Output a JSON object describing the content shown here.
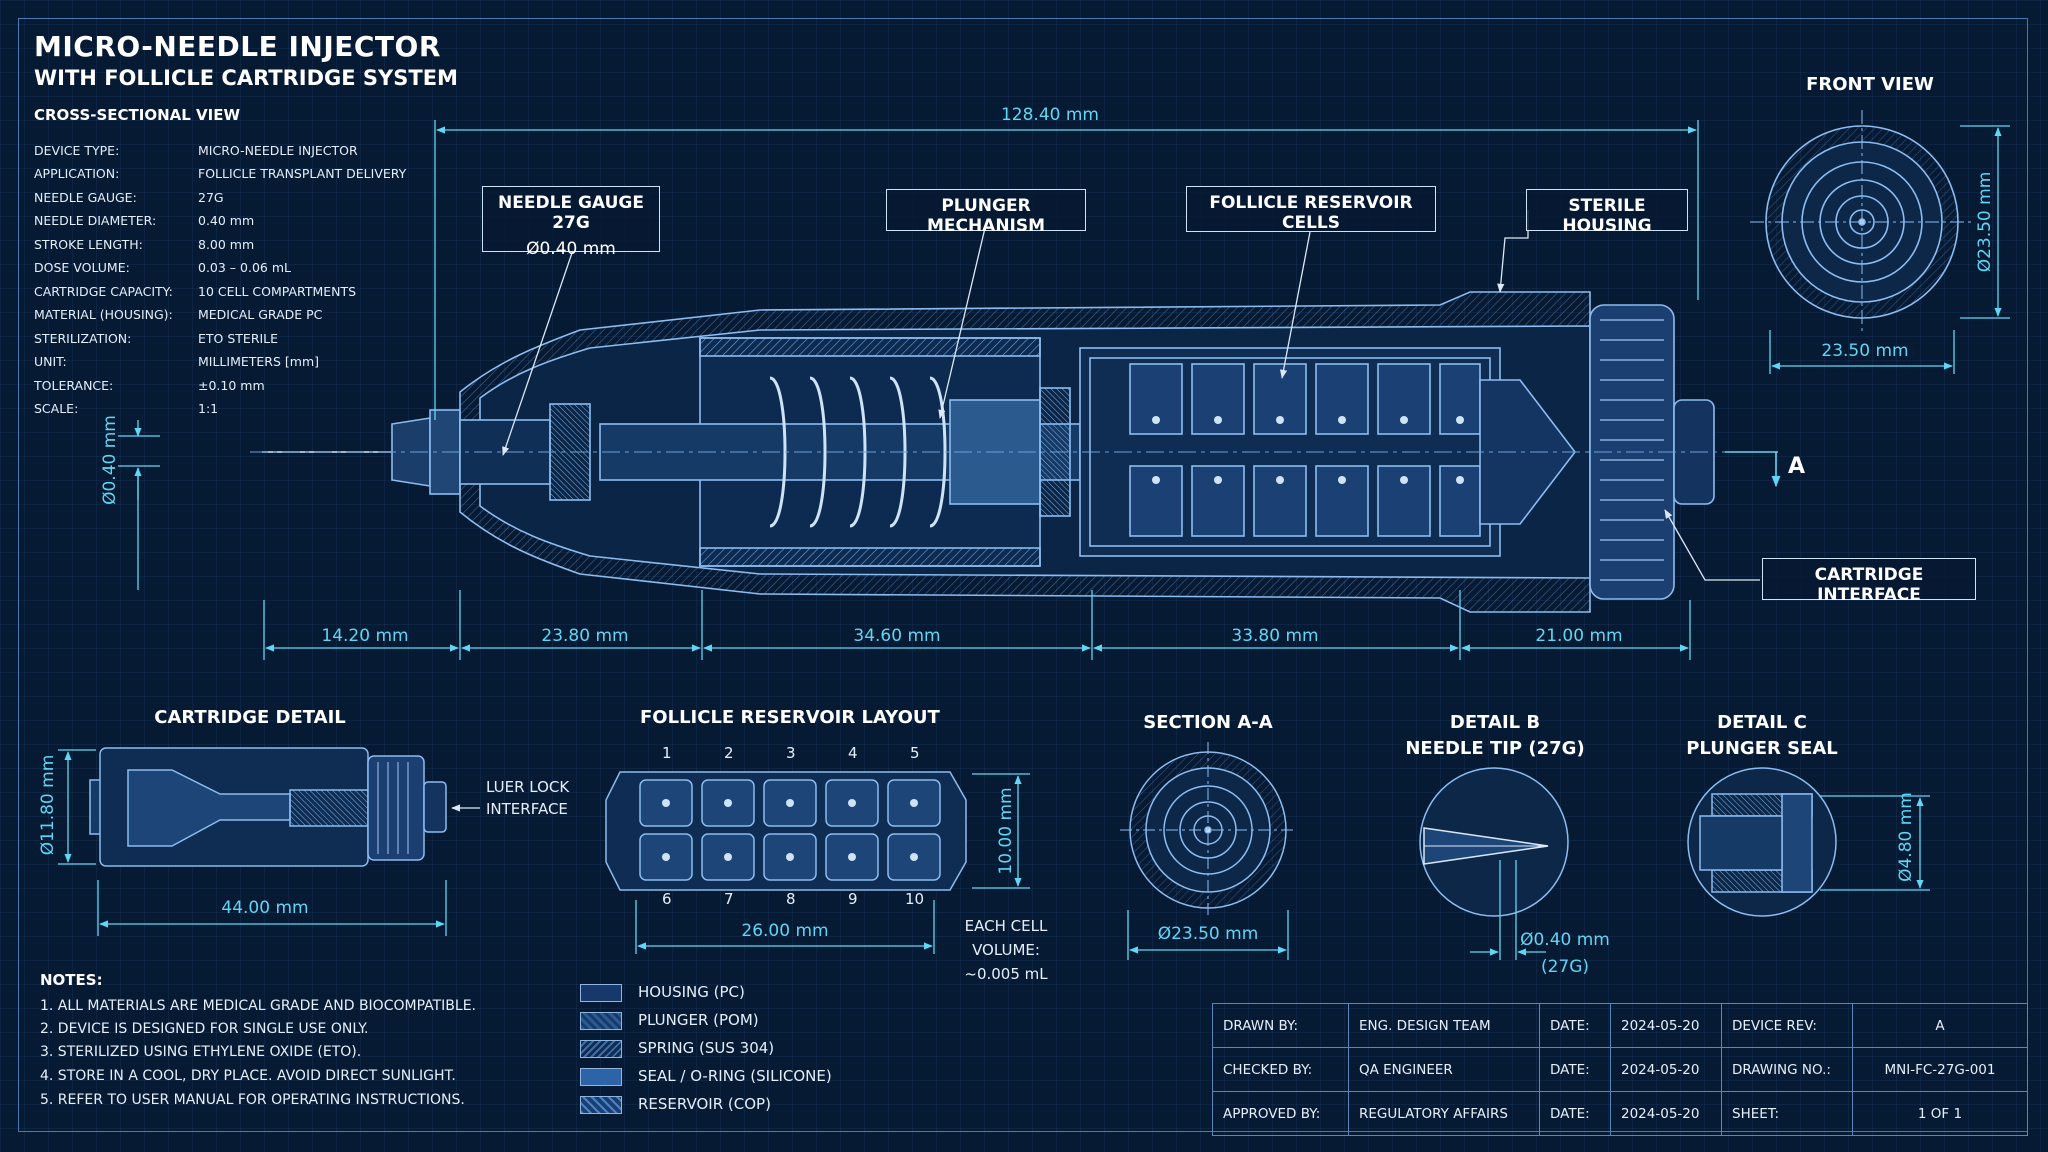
{
  "header": {
    "title_line1": "MICRO-NEEDLE INJECTOR",
    "title_line2": "WITH FOLLICLE CARTRIDGE SYSTEM",
    "view_label": "CROSS-SECTIONAL VIEW"
  },
  "specs": [
    {
      "label": "DEVICE TYPE:",
      "value": "MICRO-NEEDLE INJECTOR"
    },
    {
      "label": "APPLICATION:",
      "value": "FOLLICLE TRANSPLANT DELIVERY"
    },
    {
      "label": "NEEDLE GAUGE:",
      "value": "27G"
    },
    {
      "label": "NEEDLE DIAMETER:",
      "value": "0.40 mm"
    },
    {
      "label": "STROKE LENGTH:",
      "value": "8.00 mm"
    },
    {
      "label": "DOSE VOLUME:",
      "value": "0.03 – 0.06 mL"
    },
    {
      "label": "CARTRIDGE CAPACITY:",
      "value": "10 CELL COMPARTMENTS"
    },
    {
      "label": "MATERIAL (HOUSING):",
      "value": "MEDICAL GRADE PC"
    },
    {
      "label": "STERILIZATION:",
      "value": "ETO STERILE"
    },
    {
      "label": "UNIT:",
      "value": "MILLIMETERS [mm]"
    },
    {
      "label": "TOLERANCE:",
      "value": "±0.10 mm"
    },
    {
      "label": "SCALE:",
      "value": "1:1"
    }
  ],
  "main_view": {
    "overall_length": "128.40 mm",
    "needle_dia": "Ø0.40 mm",
    "segments": [
      "14.20 mm",
      "23.80 mm",
      "34.60 mm",
      "33.80 mm",
      "21.00 mm"
    ],
    "section_marker": "A",
    "callouts": {
      "needle_gauge_title": "NEEDLE GAUGE 27G",
      "needle_gauge_value": "Ø0.40 mm",
      "plunger": "PLUNGER MECHANISM",
      "reservoir": "FOLLICLE RESERVOIR CELLS",
      "housing": "STERILE HOUSING",
      "cartridge_interface": "CARTRIDGE INTERFACE"
    }
  },
  "front_view": {
    "title": "FRONT VIEW",
    "dia_v": "Ø23.50 mm",
    "width": "23.50 mm"
  },
  "cartridge_detail": {
    "title": "CARTRIDGE DETAIL",
    "dia": "Ø11.80 mm",
    "length": "44.00 mm",
    "luer_line1": "LUER LOCK",
    "luer_line2": "INTERFACE"
  },
  "reservoir_layout": {
    "title": "FOLLICLE RESERVOIR LAYOUT",
    "top_numbers": [
      "1",
      "2",
      "3",
      "4",
      "5"
    ],
    "bottom_numbers": [
      "6",
      "7",
      "8",
      "9",
      "10"
    ],
    "width": "26.00 mm",
    "height": "10.00 mm",
    "cell_note_1": "EACH CELL",
    "cell_note_2": "VOLUME:",
    "cell_note_3": "~0.005 mL"
  },
  "section_aa": {
    "title": "SECTION A-A",
    "dia": "Ø23.50 mm"
  },
  "detail_b": {
    "title1": "DETAIL B",
    "title2": "NEEDLE TIP (27G)",
    "dia": "Ø0.40 mm",
    "gauge": "(27G)"
  },
  "detail_c": {
    "title1": "DETAIL C",
    "title2": "PLUNGER SEAL",
    "dia": "Ø4.80 mm"
  },
  "notes": {
    "title": "NOTES:",
    "items": [
      "1.  ALL MATERIALS ARE MEDICAL GRADE AND BIOCOMPATIBLE.",
      "2.  DEVICE IS DESIGNED FOR SINGLE USE ONLY.",
      "3.  STERILIZED USING ETHYLENE OXIDE (ETO).",
      "4.  STORE IN A COOL, DRY PLACE. AVOID DIRECT SUNLIGHT.",
      "5.  REFER TO USER MANUAL FOR OPERATING INSTRUCTIONS."
    ]
  },
  "legend": [
    {
      "label": "HOUSING (PC)"
    },
    {
      "label": "PLUNGER (POM)"
    },
    {
      "label": "SPRING (SUS 304)"
    },
    {
      "label": "SEAL / O-RING (SILICONE)"
    },
    {
      "label": "RESERVOIR (COP)"
    }
  ],
  "title_block": {
    "rows": [
      {
        "k1": "DRAWN BY:",
        "v1": "ENG. DESIGN TEAM",
        "k2": "DATE:",
        "v2": "2024-05-20",
        "k3": "DEVICE REV:",
        "v3": "A"
      },
      {
        "k1": "CHECKED BY:",
        "v1": "QA ENGINEER",
        "k2": "DATE:",
        "v2": "2024-05-20",
        "k3": "DRAWING NO.:",
        "v3": "MNI-FC-27G-001"
      },
      {
        "k1": "APPROVED BY:",
        "v1": "REGULATORY AFFAIRS",
        "k2": "DATE:",
        "v2": "2024-05-20",
        "k3": "SHEET:",
        "v3": "1 OF 1"
      }
    ]
  },
  "colors": {
    "background": "#071a33",
    "line": "#7fb0e6",
    "dimension": "#5fd7f5",
    "text": "#ffffff"
  }
}
